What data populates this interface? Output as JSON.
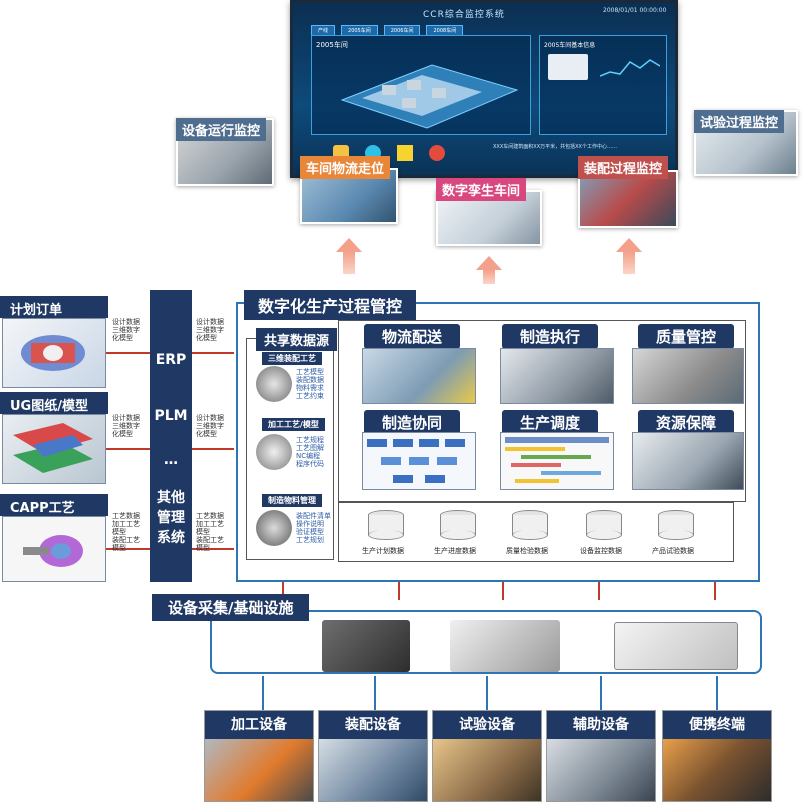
{
  "top_monitor": {
    "title": "CCR综合监控系统",
    "datetime": "2008/01/01  00:00:00",
    "tabs": [
      "产线",
      "2005车间",
      "2006车间",
      "2008车间"
    ],
    "left_panel_title": "2005车间",
    "right_panel_title": "2005车间基本信息",
    "info_text": "XXX车间建筑面积XX万平米，共包括XX个工作中心……"
  },
  "scene_labels": {
    "equipment_monitor": "设备运行监控",
    "test_monitor": "试验过程监控",
    "logistics": "车间物流走位",
    "digital_twin": "数字孪生车间",
    "assembly_monitor": "装配过程监控"
  },
  "inputs": {
    "plan_order": "计划订单",
    "ug_drawing": "UG图纸/模型",
    "capp": "CAPP工艺",
    "flow_label_1": "设计数据\n三维数字\n化模型",
    "flow_label_2": "设计数据\n三维数字\n化模型",
    "flow_label_3": "工艺数据\n加工工艺\n模型\n装配工艺\n模型",
    "out_label_1": "设计数据\n三维数字\n化模型",
    "out_label_2": "设计数据\n三维数字\n化模型",
    "out_label_3": "工艺数据\n加工工艺\n模型\n装配工艺\n模型"
  },
  "systems": {
    "erp": "ERP",
    "plm": "PLM",
    "dots": "…",
    "other": "其他\n管理\n系统"
  },
  "main": {
    "title": "数字化生产过程管控",
    "shared_data": "共享数据源",
    "data_items": [
      {
        "title": "三维装配工艺",
        "lines": "工艺模型\n装配数据\n物料需求\n工艺约束"
      },
      {
        "title": "加工工艺/模型",
        "lines": "工艺规程\n工艺图解\nNC编程\n程序代码"
      },
      {
        "title": "制造物料管理",
        "lines": "装配件清单\n操作说明\n验证模型\n工艺规划"
      }
    ],
    "modules": [
      "物流配送",
      "制造执行",
      "质量管控",
      "制造协同",
      "生产调度",
      "资源保障"
    ],
    "databases": [
      "生产计划数据",
      "生产进度数据",
      "质量检验数据",
      "设备监控数据",
      "产品试验数据"
    ]
  },
  "infrastructure": {
    "title": "设备采集/基础设施"
  },
  "equipment": [
    "加工设备",
    "装配设备",
    "试验设备",
    "辅助设备",
    "便携终端"
  ],
  "colors": {
    "navy": "#1f3864",
    "orange_label": "#e8863a",
    "pink_label": "#d9477f",
    "red_label": "#c0504d",
    "steel_label": "#4f6d8f",
    "arrow": "#f4a08a",
    "frame": "#2e75b6"
  }
}
